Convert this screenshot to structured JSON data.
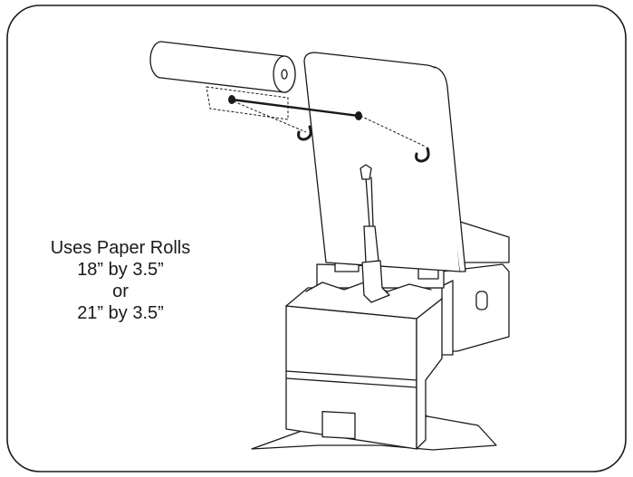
{
  "caption": {
    "line1": "Uses Paper Rolls",
    "line2": "18” by 3.5”",
    "line3": "or",
    "line4": "21” by 3.5”"
  }
}
